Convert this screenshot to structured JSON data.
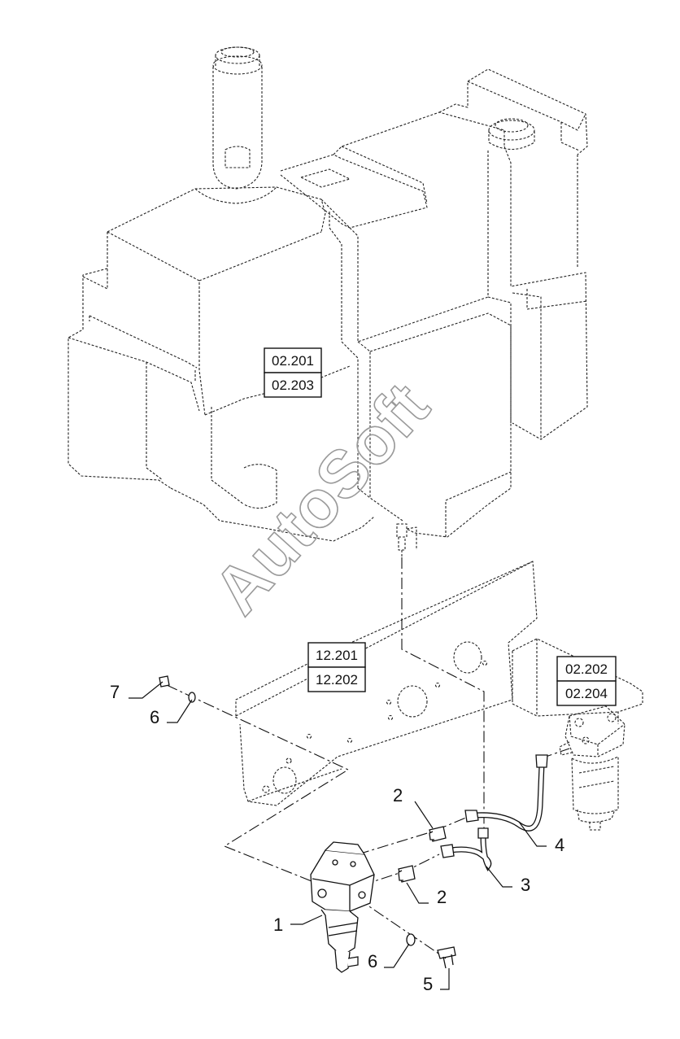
{
  "watermark": "AutoSoft",
  "references": [
    {
      "id": "ref-tank",
      "top": "02.201",
      "bottom": "02.203"
    },
    {
      "id": "ref-frame",
      "top": "12.201",
      "bottom": "12.202"
    },
    {
      "id": "ref-filter",
      "top": "02.202",
      "bottom": "02.204"
    }
  ],
  "callouts": {
    "c1": "1",
    "c2a": "2",
    "c2b": "2",
    "c3": "3",
    "c4": "4",
    "c5": "5",
    "c6a": "6",
    "c6b": "6",
    "c7": "7"
  }
}
